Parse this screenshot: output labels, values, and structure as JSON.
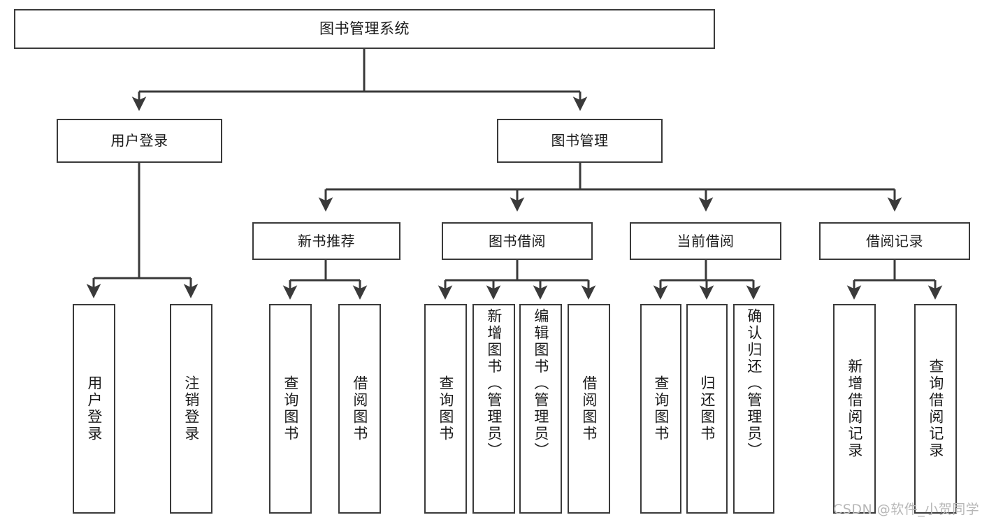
{
  "diagram": {
    "title": "图书管理系统",
    "type": "hierarchy-tree",
    "orientation": "top-down",
    "colors": {
      "box_border": "#3a3a3a",
      "box_fill": "#ffffff",
      "connector": "#3a3a3a",
      "text": "#1b1b1b",
      "watermark": "#b7b7b7",
      "background": "#ffffff"
    },
    "root": {
      "label": "图书管理系统"
    },
    "level2": [
      {
        "label": "用户登录"
      },
      {
        "label": "图书管理"
      }
    ],
    "level3": [
      {
        "label": "新书推荐"
      },
      {
        "label": "图书借阅"
      },
      {
        "label": "当前借阅"
      },
      {
        "label": "借阅记录"
      }
    ],
    "leaves": {
      "user_login": [
        {
          "label": "用户登录",
          "align": "centered"
        },
        {
          "label": "注销登录",
          "align": "centered"
        }
      ],
      "new_book_recommend": [
        {
          "label": "查询图书",
          "align": "centered"
        },
        {
          "label": "借阅图书",
          "align": "centered"
        }
      ],
      "book_borrow": [
        {
          "label": "查询图书",
          "align": "centered"
        },
        {
          "label": "新增图书（管理员）",
          "align": "topped"
        },
        {
          "label": "编辑图书（管理员）",
          "align": "topped"
        },
        {
          "label": "借阅图书",
          "align": "centered"
        }
      ],
      "current_borrow": [
        {
          "label": "查询图书",
          "align": "centered"
        },
        {
          "label": "归还图书",
          "align": "centered"
        },
        {
          "label": "确认归还（管理员）",
          "align": "topped"
        }
      ],
      "borrow_record": [
        {
          "label": "新增借阅记录",
          "align": "centered"
        },
        {
          "label": "查询借阅记录",
          "align": "centered"
        }
      ]
    }
  },
  "watermark": {
    "text": "CSDN @软件_小贺同学"
  }
}
